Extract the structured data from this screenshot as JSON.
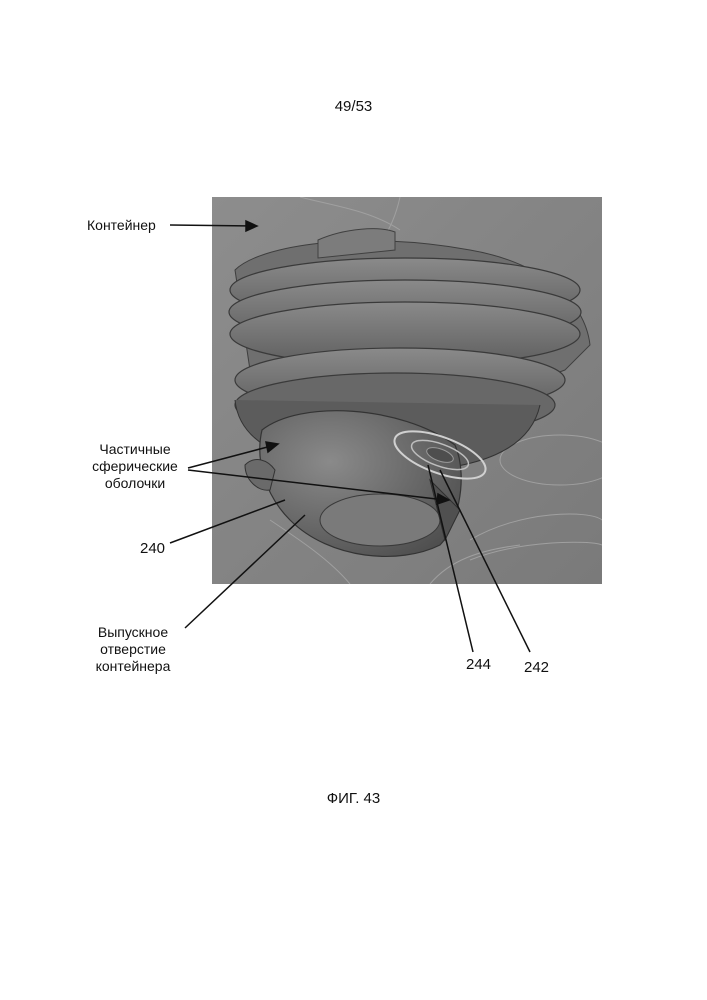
{
  "page": {
    "number": "49/53",
    "caption": "ФИГ. 43"
  },
  "labels": {
    "container": "Контейнер",
    "shells_line1": "Частичные",
    "shells_line2": "сферические",
    "shells_line3": "оболочки",
    "outlet_line1": "Выпускное",
    "outlet_line2": "отверстие",
    "outlet_line3": "контейнера"
  },
  "refs": {
    "r240": "240",
    "r244": "244",
    "r242": "242"
  }
}
